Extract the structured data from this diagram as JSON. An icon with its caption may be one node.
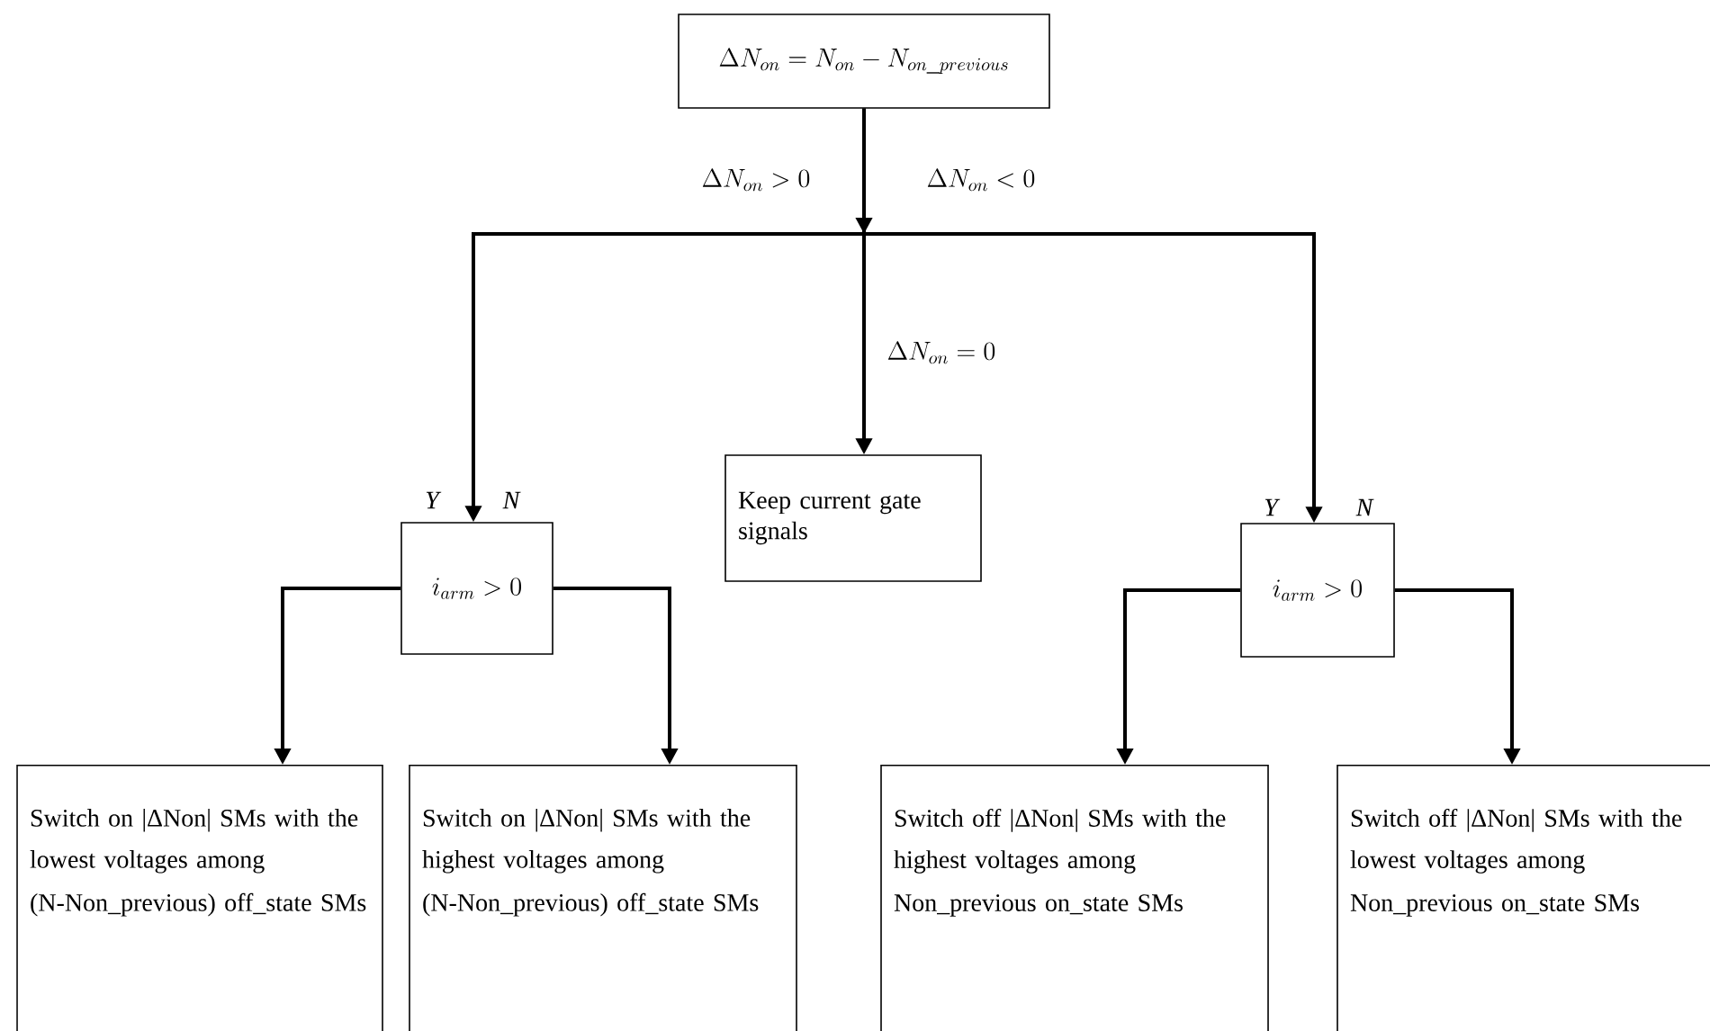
{
  "diagram": {
    "nodes": [
      {
        "text": [
          "\\Delta N_{on} = N_{on} - N_{on\\_previous}"
        ]
      },
      {
        "text": [
          "i_{arm} > 0"
        ],
        "beside": [
          "Y",
          "N"
        ]
      },
      {
        "text": [
          "Keep current gate signals"
        ]
      },
      {
        "text": [
          "i_{arm} > 0"
        ],
        "beside": [
          "Y",
          "N"
        ]
      },
      {
        "text": [
          "Switch on |ΔNon| SMs with the lowest voltages among",
          "(N-Non_previous) off_state SMs"
        ]
      },
      {
        "text": [
          "Switch on |ΔNon| SMs with the highest voltages among",
          "(N-Non_previous) off_state SMs"
        ]
      },
      {
        "text": [
          "Switch off |ΔNon| SMs with the highest voltages among",
          "Non_previous on_state SMs"
        ]
      },
      {
        "text": [
          "Switch off |ΔNon| SMs with the lowest voltages among",
          "Non_previous on_state SMs"
        ]
      }
    ],
    "edges": [
      {
        "from": 0,
        "to": 1,
        "arrow": "to",
        "label": "\\Delta N_{on} > 0"
      },
      {
        "from": 0,
        "to": 2,
        "arrow": "to",
        "label": "\\Delta N_{on} = 0"
      },
      {
        "from": 0,
        "to": 3,
        "arrow": "to",
        "label": "\\Delta N_{on} < 0"
      },
      {
        "from": 1,
        "to": 4,
        "arrow": "to"
      },
      {
        "from": 1,
        "to": 5,
        "arrow": "to"
      },
      {
        "from": 3,
        "to": 6,
        "arrow": "to"
      },
      {
        "from": 3,
        "to": 7,
        "arrow": "to"
      }
    ]
  }
}
